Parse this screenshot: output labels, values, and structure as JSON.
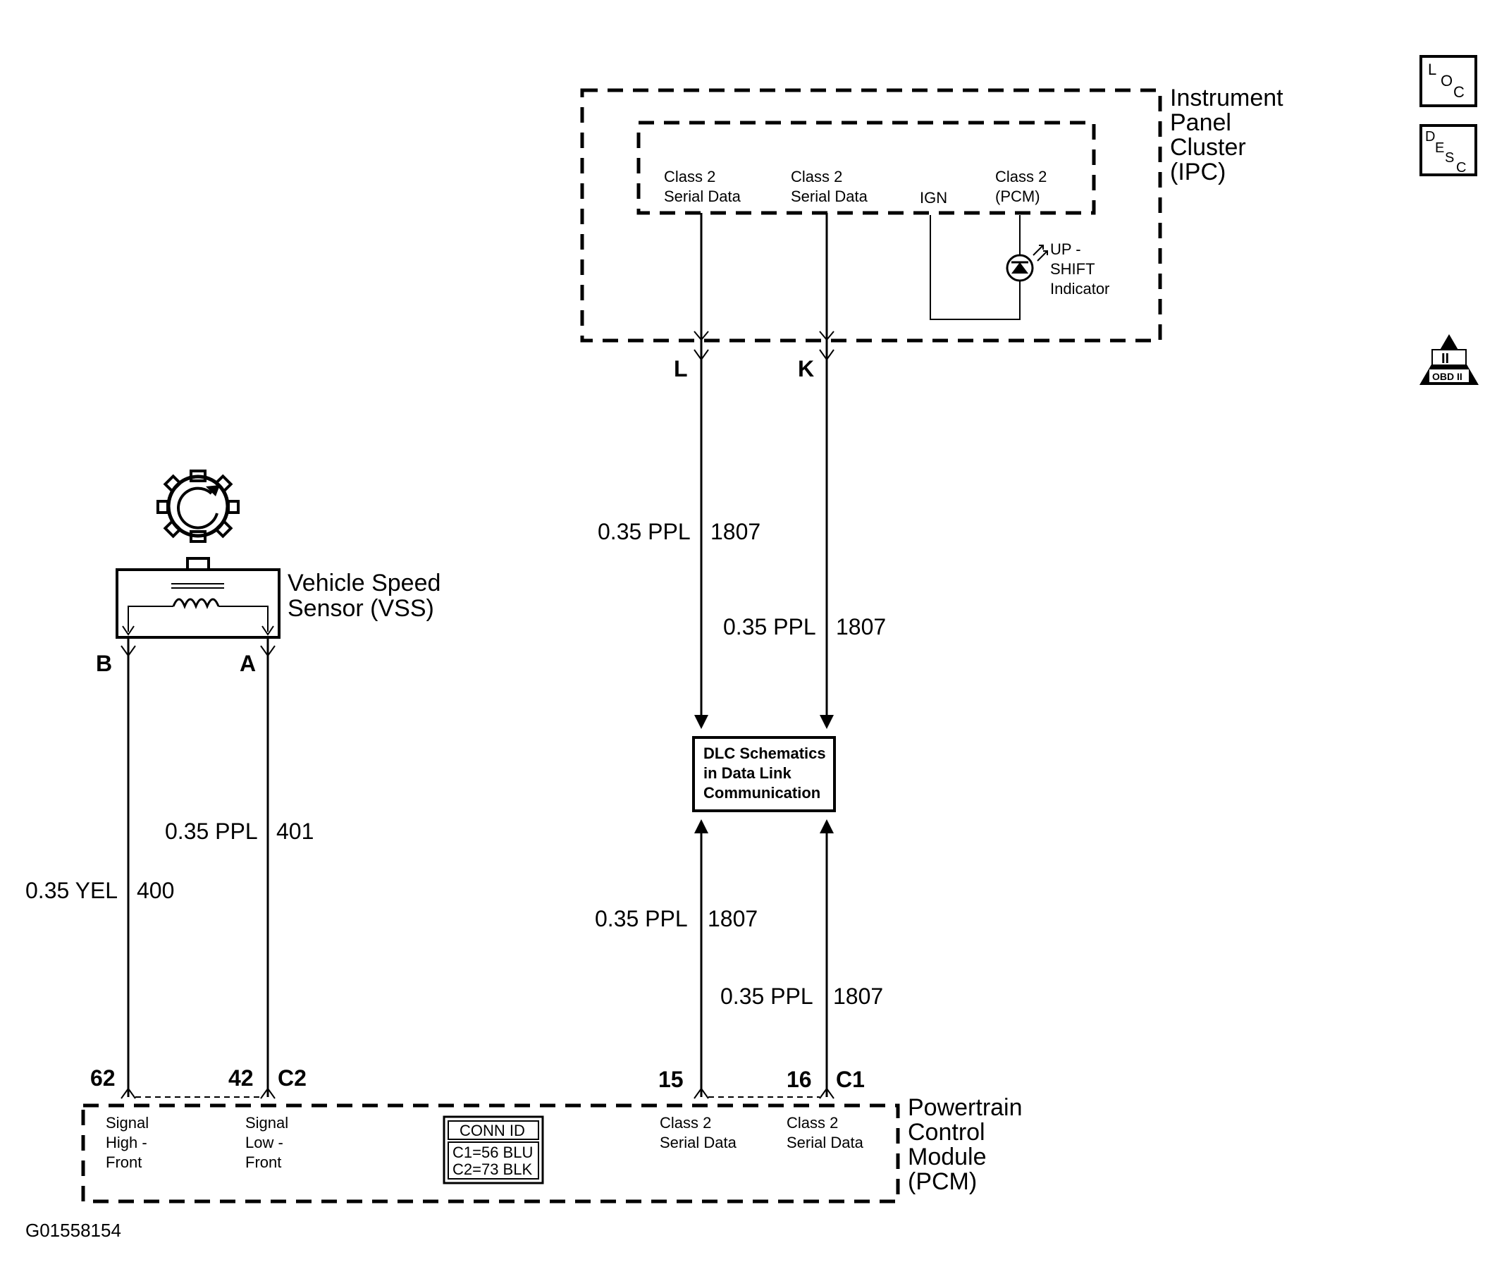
{
  "ipc": {
    "title": [
      "Instrument",
      "Panel",
      "Cluster",
      "(IPC)"
    ],
    "pins": [
      {
        "label": [
          "Class 2",
          "Serial Data"
        ]
      },
      {
        "label": [
          "Class 2",
          "Serial Data"
        ]
      },
      {
        "label": [
          "IGN"
        ]
      },
      {
        "label": [
          "Class 2",
          "(PCM)"
        ]
      }
    ],
    "indicator": [
      "UP -",
      "SHIFT",
      "Indicator"
    ],
    "connector_l": "L",
    "connector_k": "K"
  },
  "vss": {
    "title": [
      "Vehicle Speed",
      "Sensor (VSS)"
    ],
    "connector_b": "B",
    "connector_a": "A"
  },
  "wires": {
    "w1_color": "0.35 PPL",
    "w1_circuit": "1807",
    "w2_color": "0.35 PPL",
    "w2_circuit": "1807",
    "w3_color": "0.35 PPL",
    "w3_circuit": "1807",
    "w4_color": "0.35 PPL",
    "w4_circuit": "1807",
    "w5_color": "0.35 PPL",
    "w5_circuit": "401",
    "w6_color": "0.35 YEL",
    "w6_circuit": "400"
  },
  "dlc": {
    "label": [
      "DLC Schematics",
      "in Data Link",
      "Communication"
    ]
  },
  "pcm": {
    "title": [
      "Powertrain",
      "Control",
      "Module",
      "(PCM)"
    ],
    "pin_62": "62",
    "pin_42": "42",
    "conn_c2": "C2",
    "pin_15": "15",
    "pin_16": "16",
    "conn_c1": "C1",
    "labels": {
      "signal_high": [
        "Signal",
        "High -",
        "Front"
      ],
      "signal_low": [
        "Signal",
        "Low -",
        "Front"
      ],
      "serial_data_1": [
        "Class 2",
        "Serial Data"
      ],
      "serial_data_2": [
        "Class 2",
        "Serial Data"
      ]
    },
    "conn_id": {
      "header": "CONN ID",
      "lines": [
        "C1=56 BLU",
        "C2=73 BLK"
      ]
    }
  },
  "icons": {
    "loc": {
      "l": "L",
      "o": "O",
      "c": "C"
    },
    "desc": {
      "d": "D",
      "e": "E",
      "s": "S",
      "c": "C"
    },
    "obd": {
      "top": "II",
      "bottom": "OBD II"
    }
  },
  "figure_id": "G01558154"
}
